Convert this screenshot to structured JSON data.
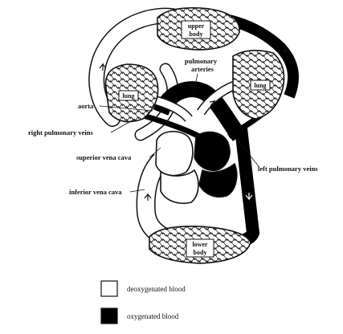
{
  "organs": {
    "upper_body": [
      "upper",
      "body"
    ],
    "lower_body": [
      "lower",
      "body"
    ],
    "lung_left": "lung",
    "lung_right": "lung"
  },
  "labels": {
    "pulmonary_arteries": [
      "pulmonary",
      "arteries"
    ],
    "aorta": "aorta",
    "right_pulmonary_veins": "right pulmonary veins",
    "superior_vena_cava": "superior vena cava",
    "left_pulmonary_veins": "left pulmonary veins",
    "inferior_vena_cava": "inferior vena cava"
  },
  "legend": {
    "deoxygenated": "deoxygenated blood",
    "oxygenated": "oxygenated blood"
  },
  "colors": {
    "oxygenated": "#000000",
    "deoxygenated": "#ffffff",
    "outline": "#111111"
  }
}
